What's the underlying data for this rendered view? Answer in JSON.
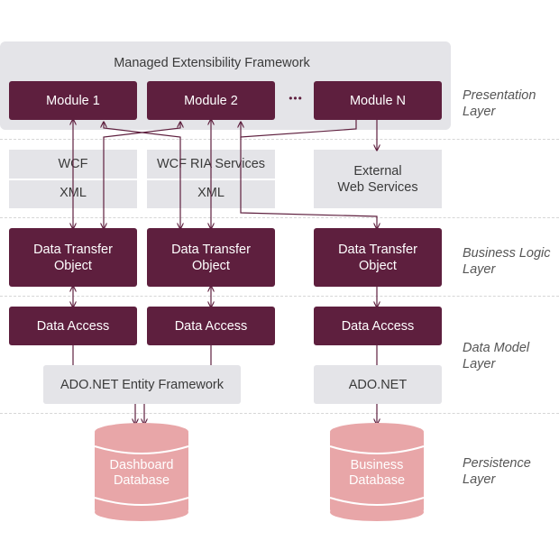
{
  "framework": {
    "title": "Managed Extensibility Framework"
  },
  "modules": {
    "m1": "Module 1",
    "m2": "Module 2",
    "dots": "•••",
    "mn": "Module N"
  },
  "services": {
    "wcf": "WCF",
    "wcf_xml": "XML",
    "ria": "WCF RIA Services",
    "ria_xml": "XML",
    "external": "External\nWeb Services"
  },
  "dto": {
    "label": "Data Transfer\nObject"
  },
  "data_access": {
    "label": "Data Access"
  },
  "orm": {
    "entity_framework": "ADO.NET Entity Framework",
    "adonet": "ADO.NET"
  },
  "databases": {
    "dashboard": "Dashboard\nDatabase",
    "business": "Business\nDatabase"
  },
  "layers": {
    "presentation": "Presentation\nLayer",
    "business_logic": "Business Logic\nLayer",
    "data_model": "Data Model\nLayer",
    "persistence": "Persistence\nLayer"
  },
  "colors": {
    "dark": "#5e1f3e",
    "light": "#e4e4e8",
    "db": "#e8a6a8",
    "line": "#5e1f3e"
  }
}
